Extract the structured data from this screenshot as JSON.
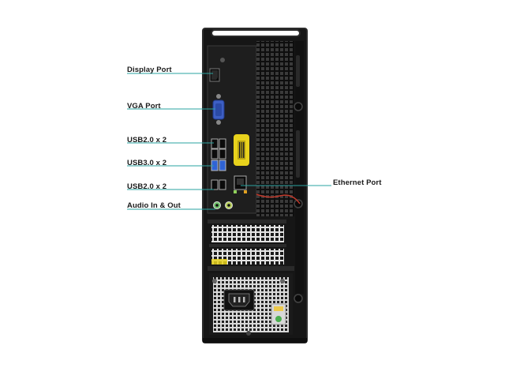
{
  "labels": {
    "display_port": "Display Port",
    "vga_port": "VGA Port",
    "usb20_top": "USB2.0 x 2",
    "usb30": "USB3.0 x 2",
    "usb20_bottom": "USB2.0 x 2",
    "audio": "Audio In & Out",
    "ethernet": "Ethernet Port"
  },
  "colors": {
    "case": "#161616",
    "panel": "#1e1e1e",
    "leader_line": "#2aa3a0",
    "vga_blue": "#3d5fc4",
    "usb3_blue": "#2f63d6",
    "yellow_tag": "#e8d21c",
    "audio_green": "#6fc16a",
    "psu_green": "#4caf50"
  },
  "icons": {
    "display_port": "displayport-connector-icon",
    "vga": "vga-connector-icon",
    "usb": "usb-connector-icon",
    "ethernet": "ethernet-jack-icon",
    "audio": "audio-jack-icon",
    "power": "power-socket-icon"
  }
}
